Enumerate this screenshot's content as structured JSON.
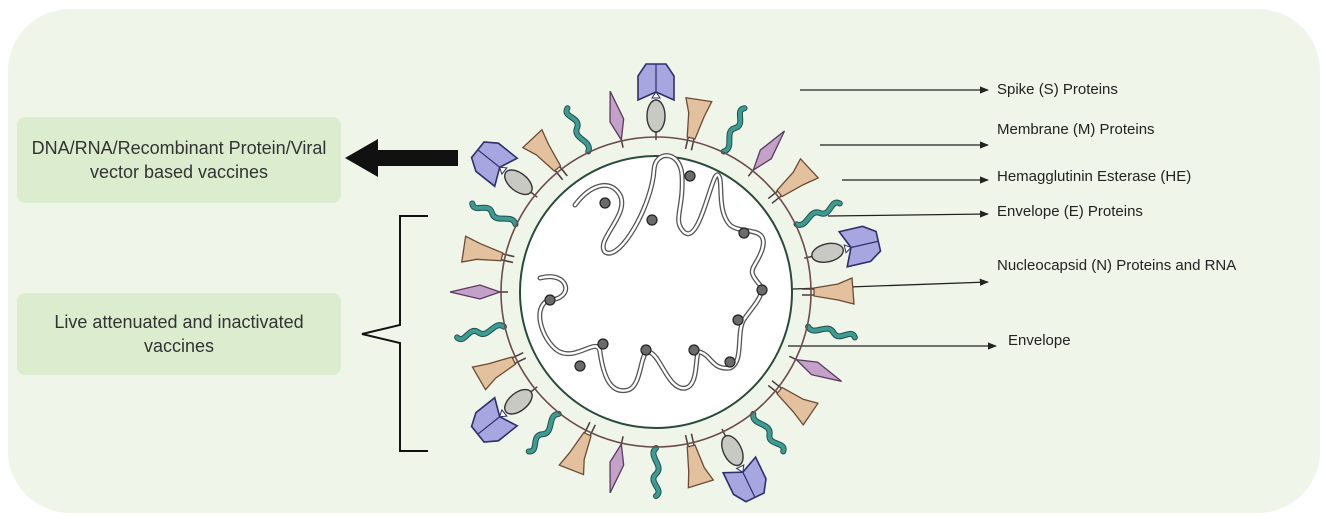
{
  "vaccine_boxes": {
    "top": "DNA/RNA/Recombinant Protein/Viral vector based vaccines",
    "bottom": "Live attenuated and inactivated vaccines"
  },
  "labels": {
    "spike": "Spike (S) Proteins",
    "membrane": "Membrane (M) Proteins",
    "hemagglutinin": "Hemagglutinin Esterase (HE)",
    "envelope_protein": "Envelope (E) Proteins",
    "nucleocapsid": "Nucleocapsid (N) Proteins and RNA",
    "envelope": "Envelope"
  },
  "colors": {
    "background_panel": "#eff5e9",
    "box_fill": "#dceccf",
    "spike_head": "#a7a6e0",
    "spike_stalk": "#c9c9c4",
    "membrane_protein": "#e3c19e",
    "hemagglutinin": "#c4a1c8",
    "envelope_protein": "#3c9c93"
  }
}
